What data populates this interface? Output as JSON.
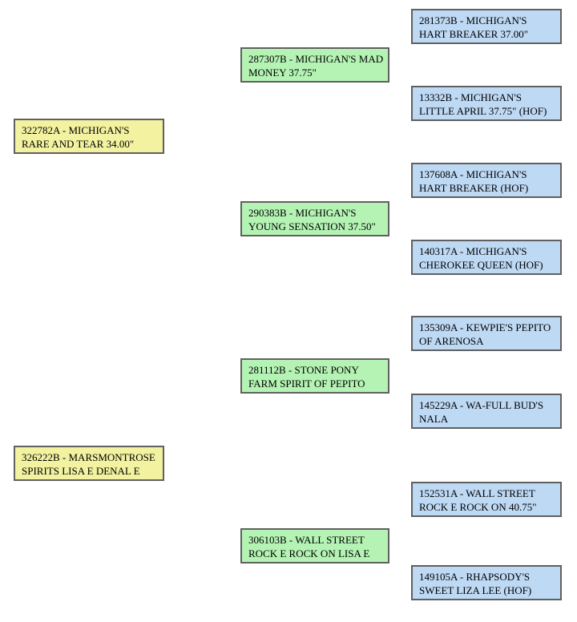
{
  "diagram": {
    "type": "pedigree-tree",
    "description": "Three-generation animal pedigree chart: sire and dam (yellow), grandparents (green), great-grandparents (blue); no connector lines drawn"
  },
  "colors": {
    "yellow": "#f2f2a0",
    "green": "#b4f3b4",
    "blue": "#bed9f4",
    "border": "#606060",
    "background": "#ffffff"
  },
  "boxes": {
    "sire": {
      "id": "322782A",
      "generation": 1,
      "color": "yellow",
      "lines": [
        "322782A - MICHIGAN'S",
        "RARE AND TEAR 34.00\""
      ]
    },
    "dam": {
      "id": "326222B",
      "generation": 1,
      "color": "yellow",
      "lines": [
        "326222B - MARSMONTROSE",
        "SPIRITS LISA E DENAL E"
      ]
    },
    "grandparent1": {
      "id": "287307B",
      "generation": 2,
      "color": "green",
      "lines": [
        "287307B - MICHIGAN'S MAD",
        "MONEY 37.75\""
      ]
    },
    "grandparent2": {
      "id": "290383B",
      "generation": 2,
      "color": "green",
      "lines": [
        "290383B - MICHIGAN'S",
        "YOUNG SENSATION 37.50\""
      ]
    },
    "grandparent3": {
      "id": "281112B",
      "generation": 2,
      "color": "green",
      "lines": [
        "281112B - STONE PONY",
        "FARM SPIRIT OF PEPITO"
      ]
    },
    "grandparent4": {
      "id": "306103B",
      "generation": 2,
      "color": "green",
      "lines": [
        "306103B - WALL STREET",
        "ROCK E ROCK ON LISA E"
      ]
    },
    "greatgrandparent1": {
      "id": "281373B",
      "generation": 3,
      "color": "blue",
      "lines": [
        "281373B - MICHIGAN'S",
        "HART BREAKER 37.00\""
      ]
    },
    "greatgrandparent2": {
      "id": "13332B",
      "generation": 3,
      "color": "blue",
      "lines": [
        "13332B - MICHIGAN'S",
        "LITTLE APRIL 37.75\" (HOF)"
      ]
    },
    "greatgrandparent3": {
      "id": "137608A",
      "generation": 3,
      "color": "blue",
      "lines": [
        "137608A - MICHIGAN'S",
        "HART BREAKER (HOF)"
      ]
    },
    "greatgrandparent4": {
      "id": "140317A",
      "generation": 3,
      "color": "blue",
      "lines": [
        "140317A - MICHIGAN'S",
        "CHEROKEE QUEEN (HOF)"
      ]
    },
    "greatgrandparent5": {
      "id": "135309A",
      "generation": 3,
      "color": "blue",
      "lines": [
        "135309A - KEWPIE'S PEPITO",
        "OF ARENOSA"
      ]
    },
    "greatgrandparent6": {
      "id": "145229A",
      "generation": 3,
      "color": "blue",
      "lines": [
        "145229A - WA-FULL BUD'S",
        "NALA"
      ]
    },
    "greatgrandparent7": {
      "id": "152531A",
      "generation": 3,
      "color": "blue",
      "lines": [
        "152531A - WALL STREET",
        "ROCK E ROCK ON 40.75\""
      ]
    },
    "greatgrandparent8": {
      "id": "149105A",
      "generation": 3,
      "color": "blue",
      "lines": [
        "149105A - RHAPSODY'S",
        "SWEET LIZA LEE (HOF)"
      ]
    }
  }
}
